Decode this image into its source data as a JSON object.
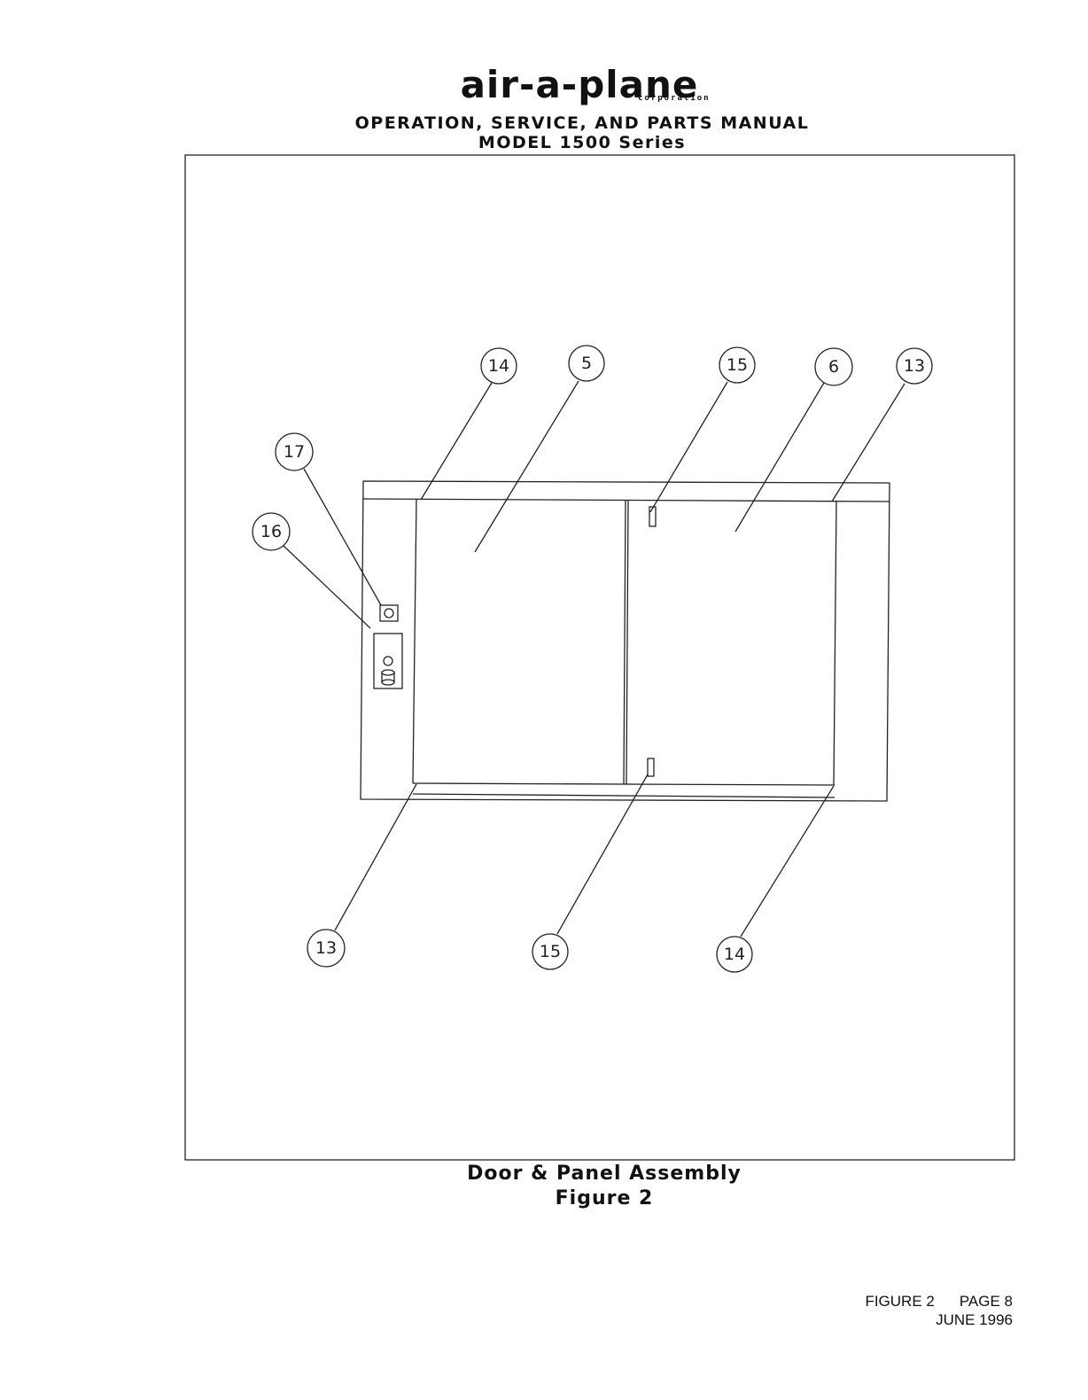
{
  "header": {
    "logo_text": "air-a-plane",
    "logo_subtext": "corporation",
    "title": "OPERATION, SERVICE, AND PARTS MANUAL",
    "model": "MODEL 1500 Series"
  },
  "figure": {
    "callouts": {
      "c14_top": "14",
      "c5": "5",
      "c15_top": "15",
      "c6": "6",
      "c13_top": "13",
      "c17": "17",
      "c16": "16",
      "c13_bottom": "13",
      "c15_bottom": "15",
      "c14_bottom": "14"
    },
    "caption": "Door & Panel Assembly",
    "figure_label": "Figure 2"
  },
  "footer": {
    "figure_ref": "FIGURE 2",
    "page": "PAGE 8",
    "date": "JUNE 1996"
  }
}
